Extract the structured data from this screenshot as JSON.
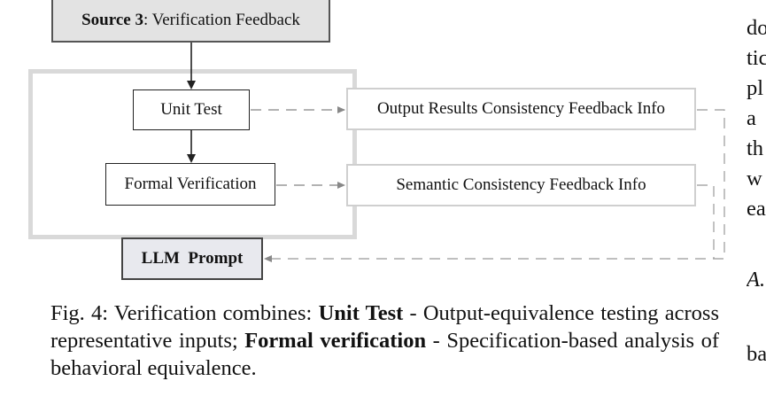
{
  "diagram": {
    "source": {
      "label_bold": "Source 3",
      "label_rest": ": Verification Feedback"
    },
    "unit_test": "Unit Test",
    "formal_verification": "Formal Verification",
    "output_feedback": "Output Results Consistency Feedback Info",
    "semantic_feedback": "Semantic Consistency Feedback Info",
    "llm_prompt": "LLM  Prompt"
  },
  "caption": {
    "prefix": "Fig. 4: Verification combines: ",
    "term1": "Unit Test",
    "desc1": " - Output-equivalence testing across representative inputs; ",
    "term2": "Formal verification",
    "desc2": " - Specification-based analysis of behavioral equivalence."
  },
  "right_column_fragments": [
    "do",
    "tic",
    "pl",
    "a",
    "th",
    "w",
    "ea",
    "A.",
    "ba"
  ]
}
